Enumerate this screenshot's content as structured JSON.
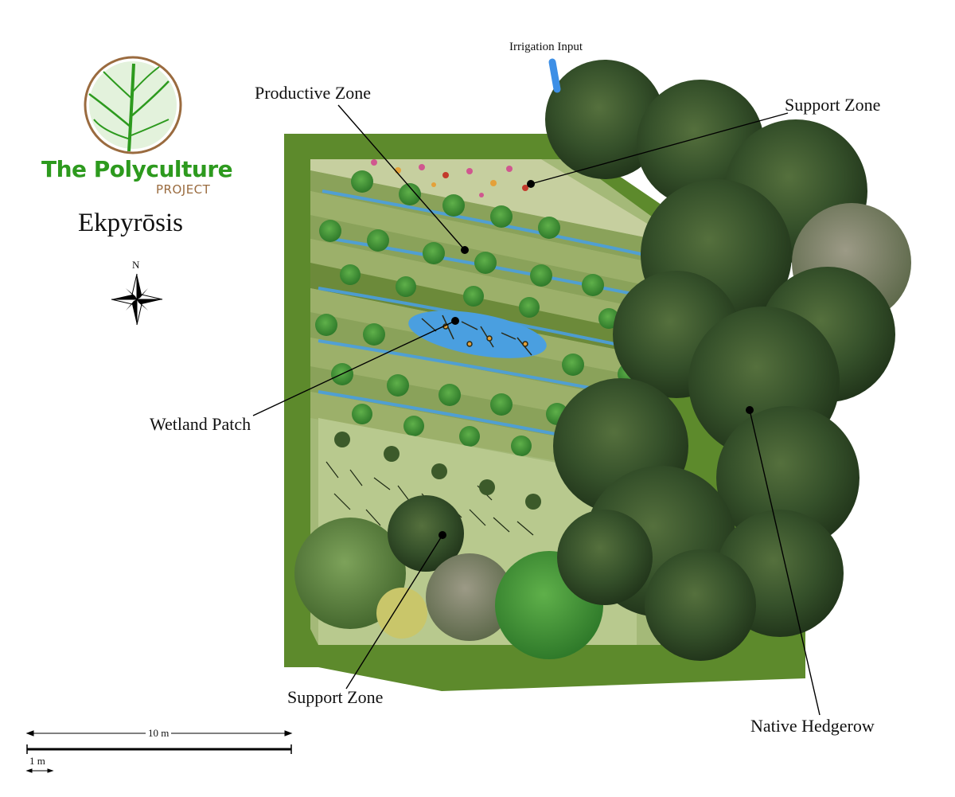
{
  "logo": {
    "title": "The Polyculture",
    "subtitle": "PROJECT",
    "icon": "leaf-vein-icon",
    "colors": {
      "green": "#2d9a1e",
      "brown": "#9a6b3f"
    }
  },
  "plan_title": "Ekpyrōsis",
  "compass": {
    "label": "N",
    "icon": "compass-rose-icon"
  },
  "labels": {
    "irrigation_input": "Irrigation Input",
    "productive_zone": "Productive Zone",
    "support_zone_top": "Support Zone",
    "wetland_patch": "Wetland Patch",
    "support_zone_bottom": "Support Zone",
    "native_hedgerow": "Native Hedgerow"
  },
  "scale": {
    "major": "10 m",
    "minor": "1 m"
  },
  "colors": {
    "border_grass": "#5d8a2c",
    "inner_grass": "#8fa85a",
    "water": "#4a9fe0",
    "hedgerow": "#2f4a22"
  }
}
